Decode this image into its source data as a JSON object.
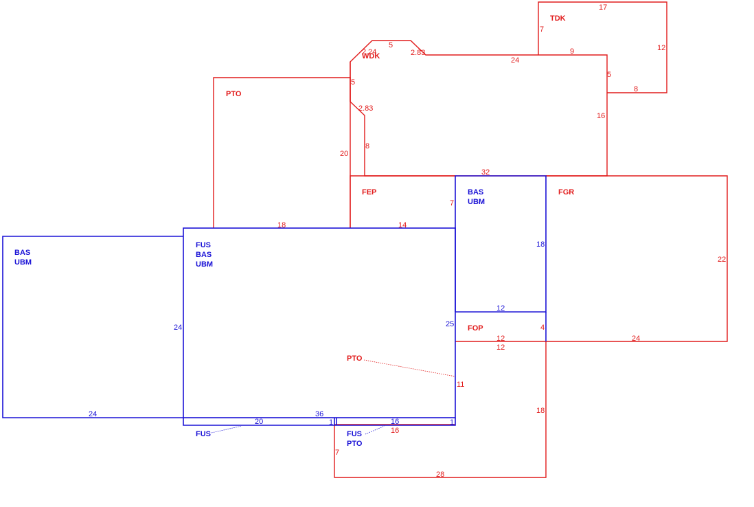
{
  "colors": {
    "red": "#e11b1b",
    "blue": "#1a12d6"
  },
  "areas": {
    "tdk": [
      "TDK"
    ],
    "wdk": [
      "WDK"
    ],
    "pto_top": [
      "PTO"
    ],
    "fep": [
      "FEP"
    ],
    "bas_mid": [
      "BAS",
      "UBM"
    ],
    "fgr": [
      "FGR"
    ],
    "bas_left": [
      "BAS",
      "UBM"
    ],
    "fus_main": [
      "FUS",
      "BAS",
      "UBM"
    ],
    "fop": [
      "FOP"
    ],
    "pto_inner": [
      "PTO"
    ],
    "fus_bottom": [
      "FUS"
    ],
    "fus_pto_bottom": [
      "FUS",
      "PTO"
    ]
  },
  "dims": {
    "tdk_top": "17",
    "tdk_left": "7",
    "tdk_right": "12",
    "tdk_mid": "9",
    "tdk_small": "5",
    "tdk_bottom": "8",
    "wdk_a": "2.24",
    "wdk_b": "5",
    "wdk_c": "2.83",
    "wdk_d": "24",
    "wdk_e": "5",
    "wdk_f": "2.83",
    "wdk_g": "8",
    "wdk_h": "16",
    "wdk_i": "32",
    "pto_top_right": "20",
    "pto_top_bottom": "18",
    "fep_right": "7",
    "fep_bottom": "14",
    "bas_mid_right": "18",
    "bas_mid_bottom": "12",
    "fgr_right": "22",
    "fgr_bottom": "24",
    "bas_left_right": "24",
    "bas_left_bottom": "24",
    "fus_main_right": "25",
    "fus_main_bottom": "36",
    "fop_top": "12",
    "fop_right": "4",
    "fop_bottom": "12",
    "pto_low_right_a": "11",
    "pto_low_right_b": "18",
    "pto_low_bottom": "28",
    "pto_low_left": "7",
    "strip_a": "20",
    "strip_b": "1",
    "strip_c": "16",
    "strip_d": "1",
    "strip_e": "16"
  }
}
